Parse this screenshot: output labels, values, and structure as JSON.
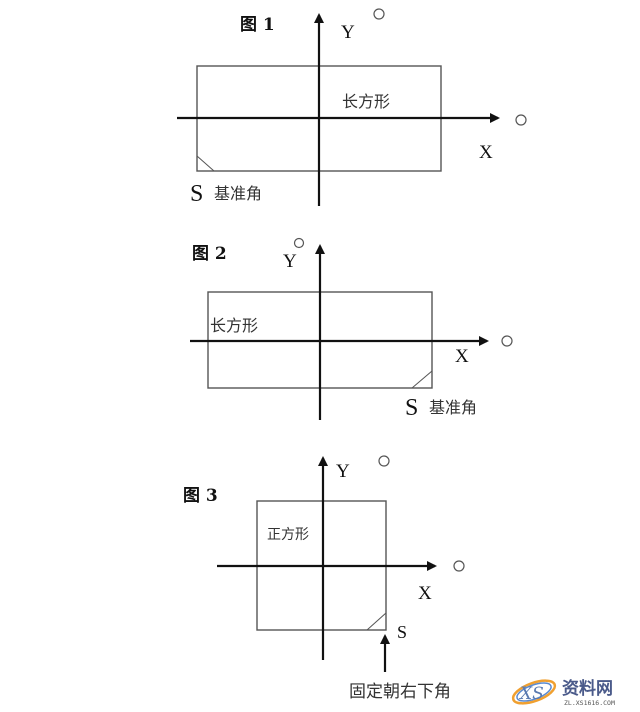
{
  "figures": [
    {
      "title": "图 1",
      "shape_label": "长方形",
      "x_label": "X",
      "y_label": "Y",
      "corner_label_s": "S",
      "corner_label_text": "基准角",
      "origin_symbol": "○"
    },
    {
      "title": "图 2",
      "shape_label": "长方形",
      "x_label": "X",
      "y_label": "Y",
      "corner_label_s": "S",
      "corner_label_text": "基准角",
      "origin_symbol": "○"
    },
    {
      "title": "图 3",
      "shape_label": "正方形",
      "x_label": "X",
      "y_label": "Y",
      "corner_label_s": "S",
      "corner_note": "固定朝右下角",
      "origin_symbol": "○"
    }
  ],
  "watermark": {
    "logo_text": "XS",
    "name": "资料网",
    "url": "ZL.XS1616.COM",
    "color": "#4a5a8a"
  }
}
